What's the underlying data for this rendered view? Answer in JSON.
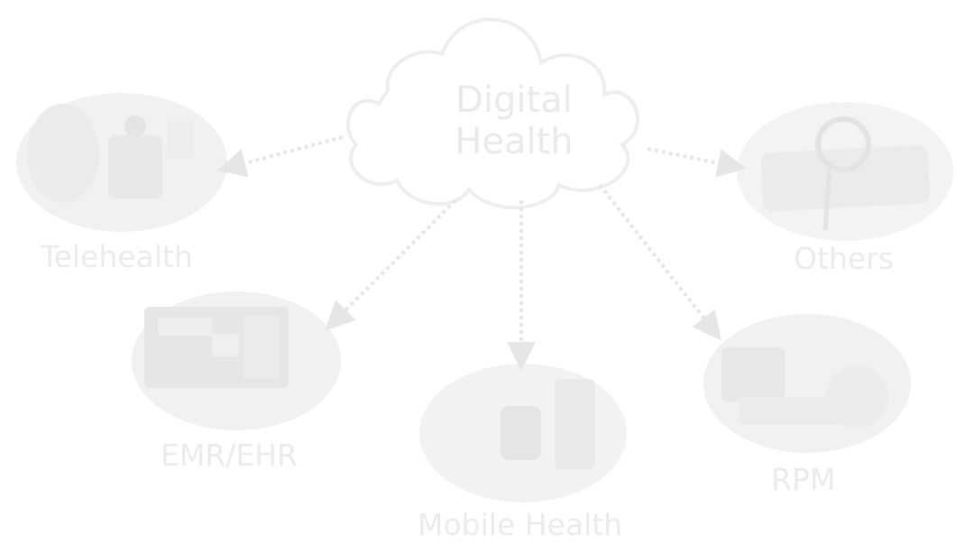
{
  "center": {
    "line1": "Digital",
    "line2": "Health",
    "icon": "cloud-icon"
  },
  "nodes": [
    {
      "id": "telehealth",
      "label": "Telehealth",
      "image": "doctor-video-call-photo"
    },
    {
      "id": "emr",
      "label": "EMR/EHR",
      "image": "tablet-records-photo"
    },
    {
      "id": "mobile",
      "label": "Mobile Health",
      "image": "smartwatch-phone-photo"
    },
    {
      "id": "rpm",
      "label": "RPM",
      "image": "patient-device-photo"
    },
    {
      "id": "others",
      "label": "Others",
      "image": "stethoscope-phone-photo"
    }
  ],
  "colors": {
    "faded_text": "#ebebeb",
    "arrow": "#e6e6e6",
    "cloud_stroke": "#eeeeee",
    "photo": "#f0f0f0"
  }
}
